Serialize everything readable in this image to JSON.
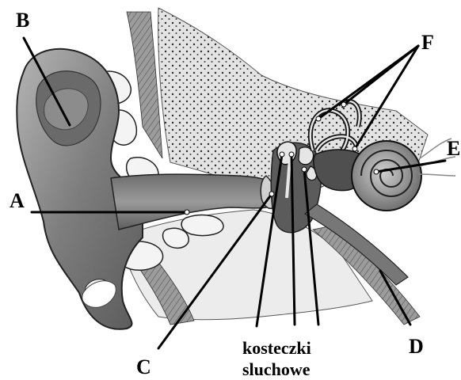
{
  "labels": {
    "A": "A",
    "B": "B",
    "C": "C",
    "D": "D",
    "E": "E",
    "F": "F",
    "ossicles_line1": "kosteczki",
    "ossicles_line2": "sluchowe"
  },
  "colors": {
    "ink": "#000000",
    "paper": "#ffffff",
    "skin": "#8a8a8a",
    "skin_dark": "#4a4a4a",
    "bone": "#d9d9d9",
    "bone_dot": "#2b2b2b",
    "cartilage": "#f2f2f2"
  }
}
